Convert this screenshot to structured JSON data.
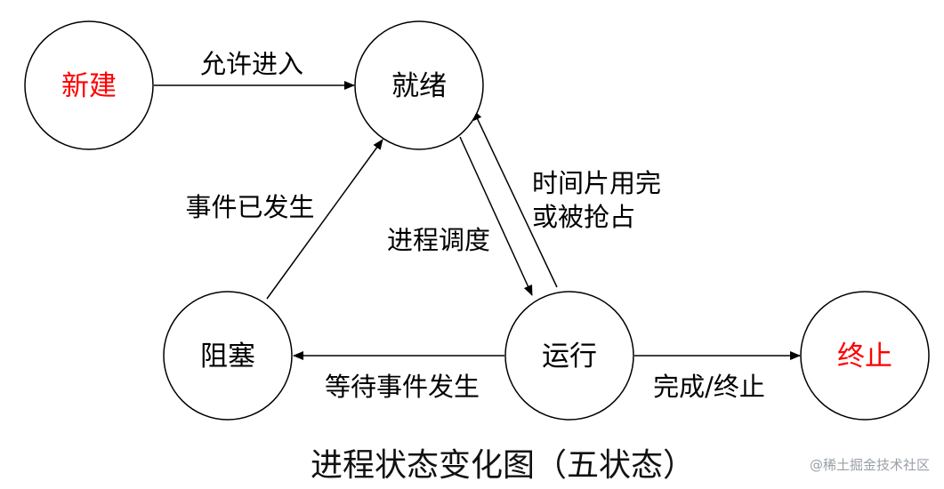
{
  "colors": {
    "stroke": "#000000",
    "text": "#000000",
    "highlight": "#ff0000",
    "watermark": "#9aa0a6"
  },
  "nodes": [
    {
      "id": "new",
      "label": "新建",
      "highlight": true
    },
    {
      "id": "ready",
      "label": "就绪",
      "highlight": false
    },
    {
      "id": "blocked",
      "label": "阻塞",
      "highlight": false
    },
    {
      "id": "running",
      "label": "运行",
      "highlight": false
    },
    {
      "id": "terminated",
      "label": "终止",
      "highlight": true
    }
  ],
  "edges": [
    {
      "id": "new-to-ready",
      "from": "new",
      "to": "ready",
      "label": [
        "允许进入"
      ]
    },
    {
      "id": "blocked-to-ready",
      "from": "blocked",
      "to": "ready",
      "label": [
        "事件已发生"
      ]
    },
    {
      "id": "ready-to-running",
      "from": "ready",
      "to": "running",
      "label": [
        "进程调度"
      ]
    },
    {
      "id": "running-to-ready",
      "from": "running",
      "to": "ready",
      "label": [
        "时间片用完",
        "或被抢占"
      ]
    },
    {
      "id": "running-to-blocked",
      "from": "running",
      "to": "blocked",
      "label": [
        "等待事件发生"
      ]
    },
    {
      "id": "running-to-terminated",
      "from": "running",
      "to": "terminated",
      "label": [
        "完成/终止"
      ]
    }
  ],
  "title": "进程状态变化图（五状态）",
  "watermark": "@稀土掘金技术社区"
}
